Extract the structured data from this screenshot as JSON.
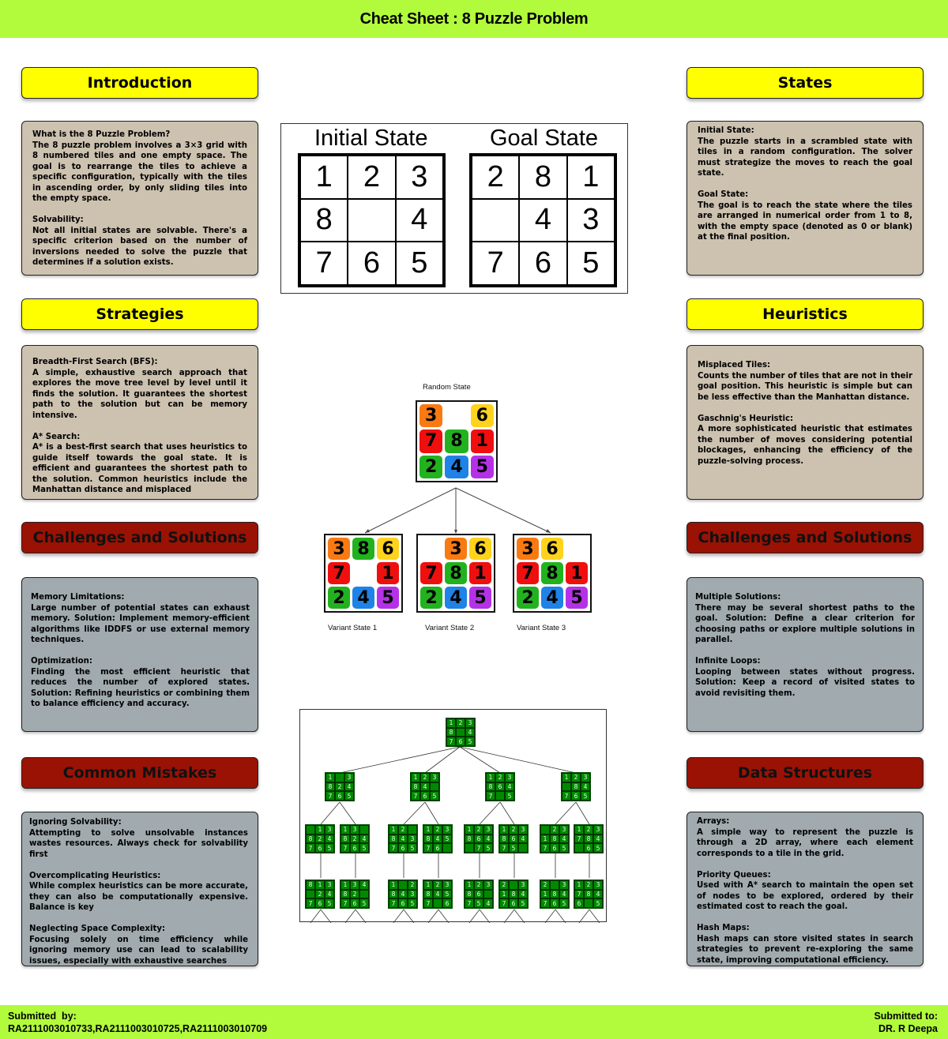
{
  "header": {
    "title": "Cheat Sheet : 8 Puzzle Problem"
  },
  "colors": {
    "bar_green": "#b2fb3c",
    "header_yellow": "#ffff00",
    "header_red": "#9a1204",
    "box_tan": "#cdc2b0",
    "box_grey": "#a1aaae",
    "tile_orange": "#f97a12",
    "tile_yellow": "#ffd21e",
    "tile_red": "#f00f0f",
    "tile_green": "#22b21f",
    "tile_blue": "#1f82e6",
    "tile_purple": "#b531e8",
    "tree_green": "#008a00"
  },
  "sections": {
    "introduction": {
      "title": "Introduction",
      "items": [
        {
          "title": "What is the 8 Puzzle Problem?",
          "text": "The 8 puzzle problem involves a 3×3 grid with 8 numbered tiles and one empty space. The goal is to rearrange the tiles to achieve a specific configuration, typically with the tiles in ascending order, by only sliding tiles into the empty space."
        },
        {
          "title": "Solvability:",
          "text": "Not all initial states are solvable. There's a specific criterion based on the number of inversions needed to solve the puzzle that determines if a solution exists."
        }
      ]
    },
    "states": {
      "title": "States",
      "items": [
        {
          "title": "Initial State:",
          "text": "The puzzle starts in a scrambled state with tiles in a random configuration. The solver must strategize the moves to reach the goal state."
        },
        {
          "title": "Goal State:",
          "text": "The goal is to reach the state where the tiles are arranged in numerical order from 1 to 8, with the empty space (denoted as 0 or blank) at the final position."
        }
      ]
    },
    "strategies": {
      "title": "Strategies",
      "items": [
        {
          "title": "Breadth-First Search (BFS):",
          "text": "A simple, exhaustive search approach that explores the move tree level by level until it finds the solution. It guarantees the shortest path to the solution but can be memory intensive."
        },
        {
          "title": "A* Search:",
          "text": "A* is a best-first search that uses heuristics to guide itself towards the goal state. It is efficient and guarantees the shortest path to the solution. Common heuristics include the Manhattan distance and misplaced"
        }
      ]
    },
    "heuristics": {
      "title": "Heuristics",
      "items": [
        {
          "title": "Misplaced Tiles:",
          "text": "Counts the number of tiles that are not in their goal position. This heuristic is simple but can be less effective than the Manhattan distance."
        },
        {
          "title": "Gaschnig's Heuristic:",
          "text": "A more sophisticated heuristic that estimates the number of moves considering potential blockages, enhancing the efficiency of the puzzle-solving process."
        }
      ]
    },
    "challenges_left": {
      "title": "Challenges and Solutions",
      "items": [
        {
          "title": "Memory Limitations:",
          "text": "Large number of potential states can exhaust memory. Solution: Implement memory-efficient algorithms like IDDFS or use external memory techniques."
        },
        {
          "title": "Optimization:",
          "text": "Finding the most efficient heuristic that reduces the number of explored states. Solution: Refining heuristics or combining them to balance efficiency and accuracy."
        }
      ]
    },
    "challenges_right": {
      "title": "Challenges and Solutions",
      "items": [
        {
          "title": "Multiple Solutions:",
          "text": "There may be several shortest paths to the goal. Solution: Define a clear criterion for choosing paths or explore multiple solutions in parallel."
        },
        {
          "title": "Infinite Loops:",
          "text": "Looping between states without progress. Solution: Keep a record of visited states to avoid revisiting them."
        }
      ]
    },
    "mistakes": {
      "title": "Common Mistakes",
      "items": [
        {
          "title": "Ignoring Solvability:",
          "text": "Attempting to solve unsolvable instances wastes resources. Always check for solvability first"
        },
        {
          "title": "Overcomplicating Heuristics:",
          "text": "While complex heuristics can be more accurate, they can also be computationally expensive. Balance is key"
        },
        {
          "title": "Neglecting Space Complexity:",
          "text": "Focusing solely on time efficiency while ignoring memory use can lead to scalability issues, especially with exhaustive searches"
        }
      ]
    },
    "data_structures": {
      "title": "Data Structures",
      "items": [
        {
          "title": "Arrays:",
          "text": "A simple way to represent the puzzle is through a 2D array, where each element corresponds to a tile in the grid."
        },
        {
          "title": "Priority Queues:",
          "text": "Used with A* search to maintain the open set of nodes to be explored, ordered by their estimated cost to reach the goal."
        },
        {
          "title": "Hash Maps:",
          "text": "Hash maps can store visited states in search strategies to prevent re-exploring the same state, improving computational efficiency."
        }
      ]
    }
  },
  "figure_states": {
    "initial": {
      "label": "Initial State",
      "cells": [
        "1",
        "2",
        "3",
        "8",
        "",
        "4",
        "7",
        "6",
        "5"
      ]
    },
    "goal": {
      "label": "Goal State",
      "cells": [
        "2",
        "8",
        "1",
        "",
        "4",
        "3",
        "7",
        "6",
        "5"
      ]
    }
  },
  "figure_random": {
    "random": {
      "label": "Random State",
      "cells": [
        "3",
        "",
        "6",
        "7",
        "8",
        "1",
        "2",
        "4",
        "5"
      ]
    },
    "variants": [
      {
        "label": "Variant State 1",
        "cells": [
          "3",
          "8",
          "6",
          "7",
          "",
          "1",
          "2",
          "4",
          "5"
        ]
      },
      {
        "label": "Variant State 2",
        "cells": [
          "",
          "3",
          "6",
          "7",
          "8",
          "1",
          "2",
          "4",
          "5"
        ]
      },
      {
        "label": "Variant State 3",
        "cells": [
          "3",
          "6",
          "",
          "7",
          "8",
          "1",
          "2",
          "4",
          "5"
        ]
      }
    ]
  },
  "figure_tree": {
    "root": [
      "1",
      "2",
      "3",
      "8",
      "",
      "4",
      "7",
      "6",
      "5"
    ],
    "level1": [
      [
        "1",
        "",
        "3",
        "8",
        "2",
        "4",
        "7",
        "6",
        "5"
      ],
      [
        "1",
        "2",
        "3",
        "8",
        "4",
        "",
        "7",
        "6",
        "5"
      ],
      [
        "1",
        "2",
        "3",
        "8",
        "6",
        "4",
        "7",
        "",
        "5"
      ],
      [
        "1",
        "2",
        "3",
        "",
        "8",
        "4",
        "7",
        "6",
        "5"
      ]
    ],
    "level2": [
      [
        "",
        "1",
        "3",
        "8",
        "2",
        "4",
        "7",
        "6",
        "5"
      ],
      [
        "1",
        "3",
        "",
        "8",
        "2",
        "4",
        "7",
        "6",
        "5"
      ],
      [
        "1",
        "2",
        "",
        "8",
        "4",
        "3",
        "7",
        "6",
        "5"
      ],
      [
        "1",
        "2",
        "3",
        "8",
        "4",
        "5",
        "7",
        "6",
        ""
      ],
      [
        "1",
        "2",
        "3",
        "8",
        "6",
        "4",
        "",
        "7",
        "5"
      ],
      [
        "1",
        "2",
        "3",
        "8",
        "6",
        "4",
        "7",
        "5",
        ""
      ],
      [
        "",
        "2",
        "3",
        "1",
        "8",
        "4",
        "7",
        "6",
        "5"
      ],
      [
        "1",
        "2",
        "3",
        "7",
        "8",
        "4",
        "",
        "6",
        "5"
      ]
    ],
    "level3": [
      [
        "8",
        "1",
        "3",
        "",
        "2",
        "4",
        "7",
        "6",
        "5"
      ],
      [
        "1",
        "3",
        "4",
        "8",
        "2",
        "",
        "7",
        "6",
        "5"
      ],
      [
        "1",
        "",
        "2",
        "8",
        "4",
        "3",
        "7",
        "6",
        "5"
      ],
      [
        "1",
        "2",
        "3",
        "8",
        "4",
        "5",
        "7",
        "",
        "6"
      ],
      [
        "1",
        "2",
        "3",
        "8",
        "6",
        "",
        "7",
        "5",
        "4"
      ],
      [
        "2",
        "",
        "3",
        "1",
        "8",
        "4",
        "7",
        "6",
        "5"
      ],
      [
        "2",
        "",
        "3",
        "1",
        "8",
        "4",
        "7",
        "6",
        "5"
      ],
      [
        "1",
        "2",
        "3",
        "7",
        "8",
        "4",
        "6",
        "",
        "5"
      ]
    ]
  },
  "footer": {
    "submitted_by_label": "Submitted  by:",
    "submitted_by_value": "RA2111003010733,RA2111003010725,RA2111003010709",
    "submitted_to_label": "Submitted to:",
    "submitted_to_value": "DR. R Deepa"
  }
}
